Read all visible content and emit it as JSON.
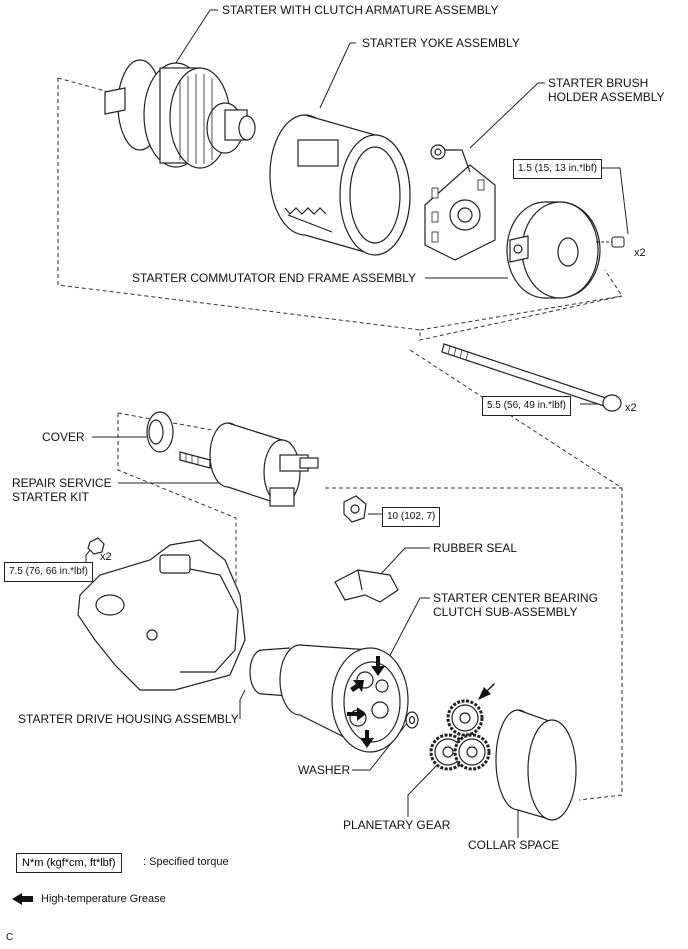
{
  "labels": {
    "starter_with_clutch": "STARTER WITH CLUTCH ARMATURE ASSEMBLY",
    "starter_yoke": "STARTER YOKE ASSEMBLY",
    "brush_holder_line1": "STARTER BRUSH",
    "brush_holder_line2": "HOLDER ASSEMBLY",
    "commutator_end_frame": "STARTER COMMUTATOR END FRAME ASSEMBLY",
    "cover": "COVER",
    "repair_kit_line1": "REPAIR SERVICE",
    "repair_kit_line2": "STARTER KIT",
    "rubber_seal": "RUBBER SEAL",
    "center_bearing_line1": "STARTER CENTER BEARING",
    "center_bearing_line2": "CLUTCH SUB-ASSEMBLY",
    "drive_housing": "STARTER DRIVE HOUSING ASSEMBLY",
    "washer": "WASHER",
    "planetary_gear": "PLANETARY GEAR",
    "collar_space": "COLLAR SPACE"
  },
  "torques": {
    "t1": "1.5 (15, 13 in.*lbf)",
    "t2": "5.5 (56, 49 in.*lbf)",
    "t3": "10 (102, 7)",
    "t4": "7.5 (76, 66 in.*lbf)"
  },
  "quantities": {
    "q1": "x2",
    "q2": "x2",
    "q3": "x2"
  },
  "legend": {
    "torque_units": "N*m (kgf*cm, ft*lbf)",
    "torque_desc": ": Specified torque",
    "grease_desc": "High-temperature Grease"
  },
  "footer_code": "C"
}
